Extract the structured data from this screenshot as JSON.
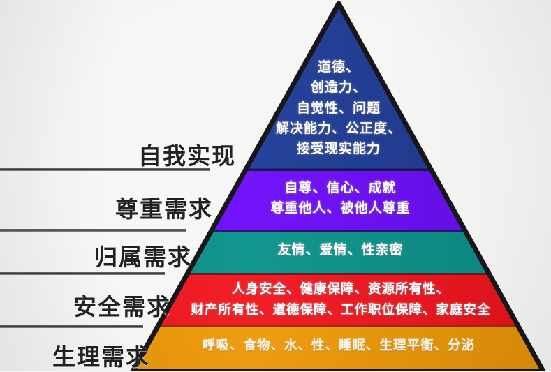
{
  "figure": {
    "type": "maslow-hierarchy-pyramid",
    "background_color": "#f5f5f3",
    "outline_color": "#1b1b20"
  },
  "levels": [
    {
      "id": "self-actualization",
      "label": "自我实现",
      "color": "#21409a",
      "content_lines": [
        "道德、",
        "创造力、",
        "自觉性、问题",
        "解决能力、公正度、",
        "接受现实能力"
      ]
    },
    {
      "id": "esteem",
      "label": "尊重需求",
      "color": "#6d0ff2",
      "content_lines": [
        "自尊、信心、成就",
        "尊重他人、被他人尊重"
      ]
    },
    {
      "id": "belonging",
      "label": "归属需求",
      "color": "#0f8f87",
      "content_lines": [
        "友情、爱情、性亲密"
      ]
    },
    {
      "id": "safety",
      "label": "安全需求",
      "color": "#ec1c24",
      "content_lines": [
        "人身安全、健康保障、资源所有性、",
        "财产所有性、道德保障、工作职位保障、家庭安全"
      ]
    },
    {
      "id": "physiological",
      "label": "生理需求",
      "color": "#e8970d",
      "content_lines": [
        "呼吸、食物、水、性、睡眠、生理平衡、分泌"
      ]
    }
  ]
}
